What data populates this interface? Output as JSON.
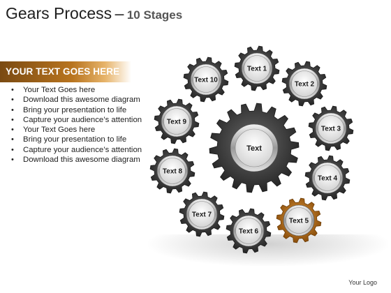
{
  "slide": {
    "title": "Gears Process",
    "title_separator": "–",
    "subtitle": "10 Stages",
    "banner": "YOUR TEXT GOES HERE",
    "bullets": [
      "Your Text Goes here",
      "Download this awesome diagram",
      "Bring your presentation to life",
      "Capture your audience’s attention",
      "Your Text Goes here",
      "Bring your presentation to life",
      "Capture your audience’s attention",
      "Download this awesome diagram"
    ],
    "logo": "Your Logo"
  },
  "diagram": {
    "center_label": "Text",
    "stages": [
      {
        "label": "Text 1",
        "highlight": false
      },
      {
        "label": "Text 2",
        "highlight": false
      },
      {
        "label": "Text 3",
        "highlight": false
      },
      {
        "label": "Text 4",
        "highlight": false
      },
      {
        "label": "Text 5",
        "highlight": true
      },
      {
        "label": "Text 6",
        "highlight": false
      },
      {
        "label": "Text 7",
        "highlight": false
      },
      {
        "label": "Text 8",
        "highlight": false
      },
      {
        "label": "Text 9",
        "highlight": false
      },
      {
        "label": "Text 10",
        "highlight": false
      }
    ]
  },
  "colors": {
    "gear_dark": "#3a3a3a",
    "gear_highlight": "#b06a12",
    "banner": "#b8741f",
    "text": "#1f1f1f"
  }
}
